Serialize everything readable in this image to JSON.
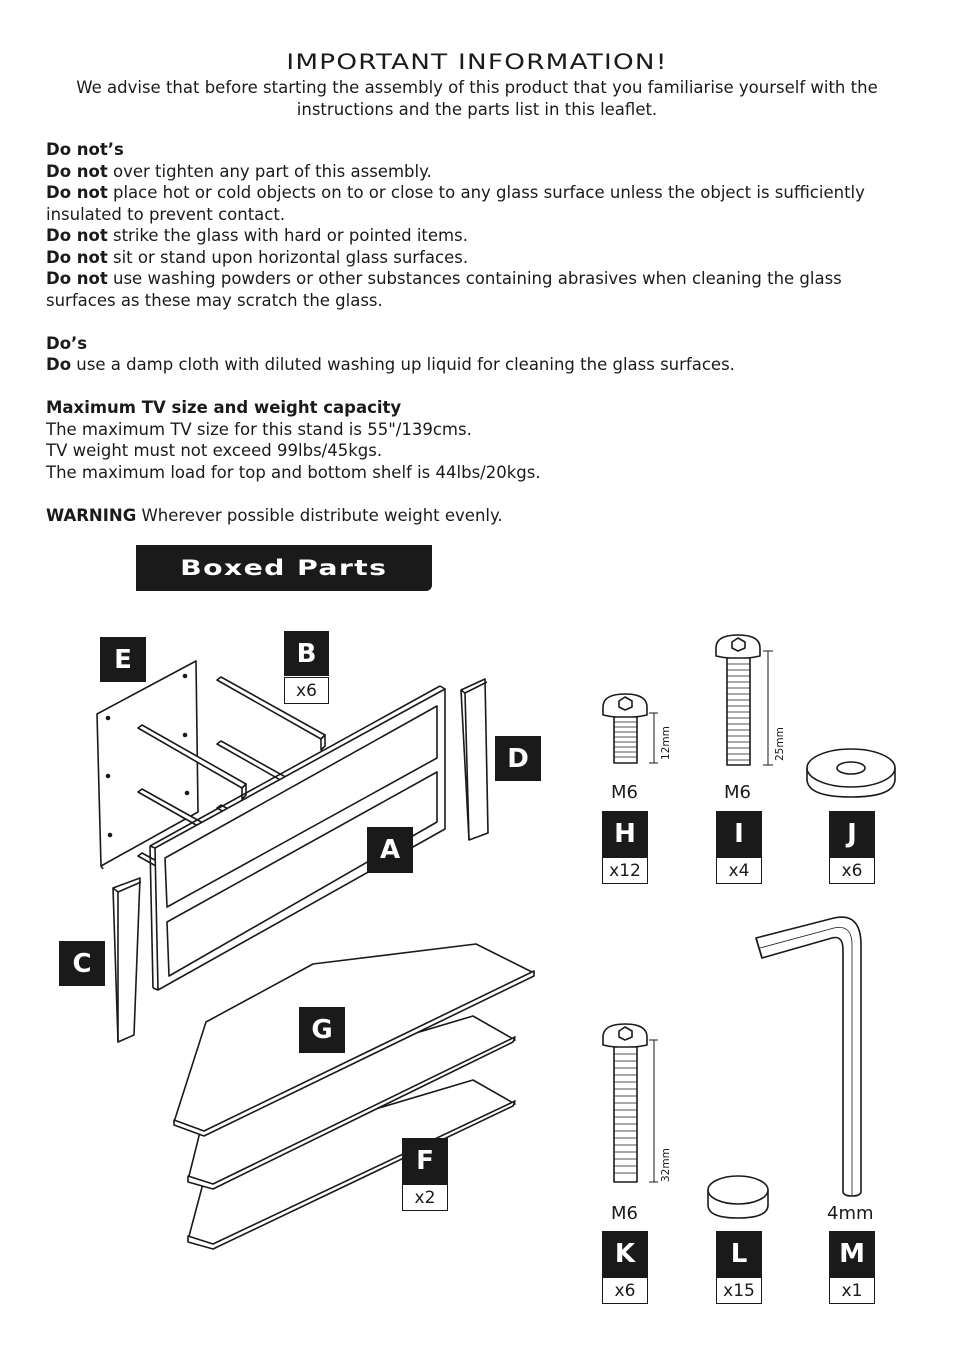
{
  "title": "IMPORTANT INFORMATION!",
  "intro": "We advise that before starting the assembly of this product that you familiarise yourself with the instructions and the parts list in this leaflet.",
  "donts": {
    "heading": "Do not’s",
    "items": [
      {
        "lead": "Do not",
        "text": " over tighten any part of this assembly."
      },
      {
        "lead": "Do not",
        "text": " place hot or cold objects on to or close to any glass surface unless the object is sufficiently insulated to prevent contact."
      },
      {
        "lead": "Do not",
        "text": " strike the glass with hard or pointed items."
      },
      {
        "lead": "Do not",
        "text": " sit or stand upon horizontal glass surfaces."
      },
      {
        "lead": "Do not",
        "text": " use washing powders or other substances containing abrasives when cleaning the glass surfaces as these may scratch the glass."
      }
    ]
  },
  "dos": {
    "heading": "Do’s",
    "items": [
      {
        "lead": "Do",
        "text": " use a damp cloth with diluted washing up liquid for cleaning the glass surfaces."
      }
    ]
  },
  "capacity": {
    "heading": "Maximum TV size and weight capacity",
    "lines": [
      "The maximum TV size for this stand is 55\"/139cms.",
      "TV weight must not exceed 99lbs/45kgs.",
      "The maximum load for top and bottom shelf is 44lbs/20kgs."
    ]
  },
  "warning": {
    "lead": "WARNING",
    "text": " Wherever possible distribute weight evenly."
  },
  "banner": "Boxed Parts",
  "parts": {
    "A": {
      "letter": "A"
    },
    "B": {
      "letter": "B",
      "qty": "x6"
    },
    "C": {
      "letter": "C"
    },
    "D": {
      "letter": "D"
    },
    "E": {
      "letter": "E"
    },
    "F": {
      "letter": "F",
      "qty": "x2"
    },
    "G": {
      "letter": "G"
    },
    "H": {
      "letter": "H",
      "qty": "x12",
      "size": "M6",
      "length": "12mm"
    },
    "I": {
      "letter": "I",
      "qty": "x4",
      "size": "M6",
      "length": "25mm"
    },
    "J": {
      "letter": "J",
      "qty": "x6"
    },
    "K": {
      "letter": "K",
      "qty": "x6",
      "size": "M6",
      "length": "32mm"
    },
    "L": {
      "letter": "L",
      "qty": "x15"
    },
    "M": {
      "letter": "M",
      "qty": "x1",
      "size": "4mm"
    }
  }
}
